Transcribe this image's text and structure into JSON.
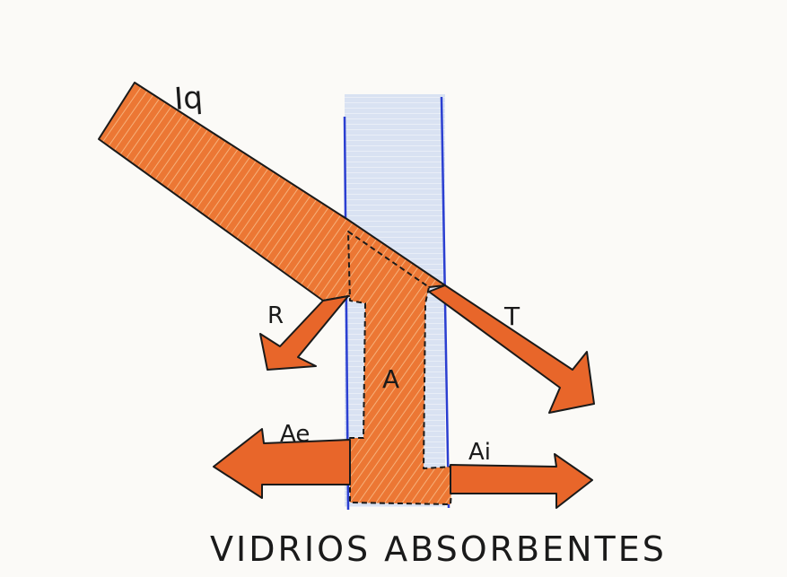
{
  "diagram": {
    "labels": {
      "incident": "Iq",
      "reflected": "R",
      "transmitted": "T",
      "absorbed": "A",
      "absorbed_exterior": "Ae",
      "absorbed_interior": "Ai"
    },
    "title": "VIDRIOS ABSORBENTES",
    "colors": {
      "paper": "#fbfaf7",
      "flow": "#e8662a",
      "flow_light": "#f09a55",
      "glass": "#c7d6ee",
      "glass_edge": "#2b3fd1",
      "ink": "#1a1a1a"
    }
  }
}
